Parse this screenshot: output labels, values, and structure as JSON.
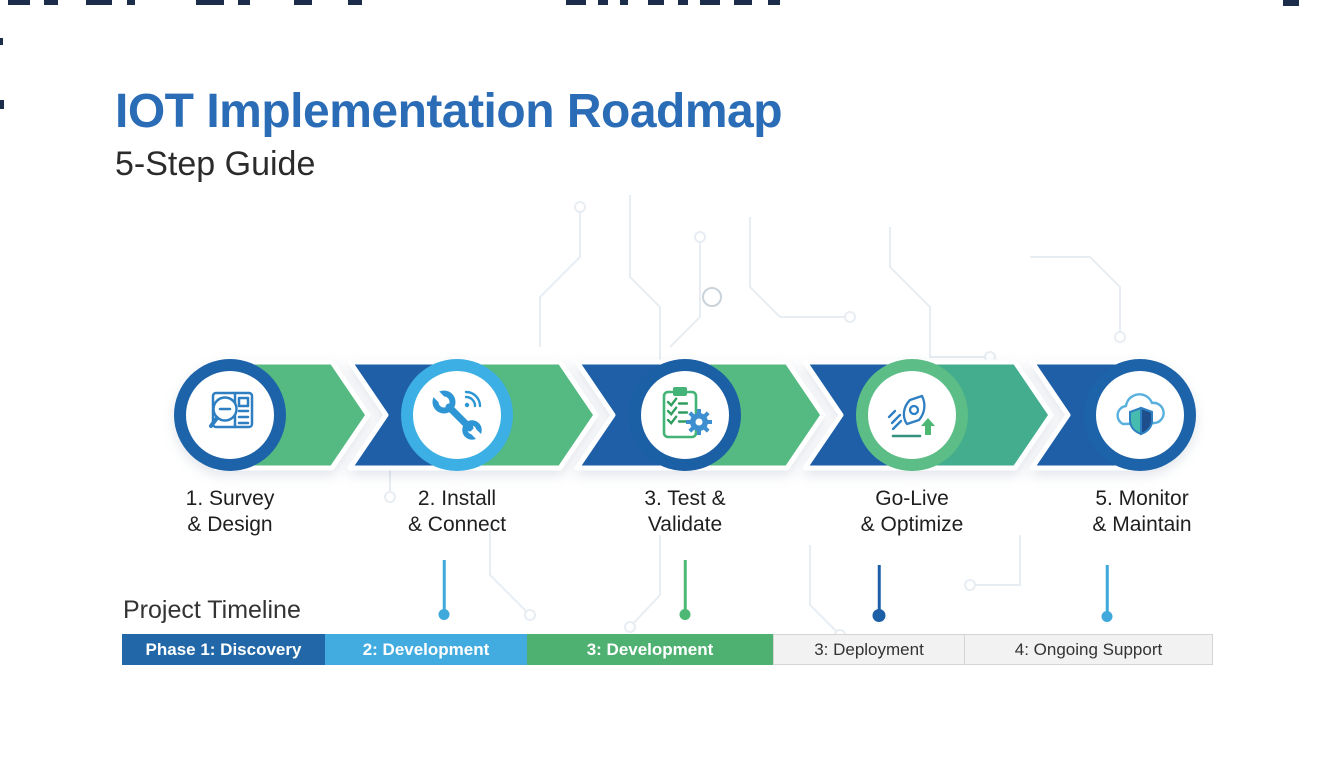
{
  "header": {
    "title": "IOT Implementation Roadmap",
    "subtitle": "5-Step Guide"
  },
  "steps": [
    {
      "line1": "1. Survey",
      "line2": "& Design",
      "icon": "magnifier-document-icon",
      "ring_color": "#1d63a9",
      "body_color": "#55b982"
    },
    {
      "line1": "2. Install",
      "line2": "& Connect",
      "icon": "wrench-wifi-icon",
      "ring_color": "#3cafe4",
      "body_color": "#1e5fa8"
    },
    {
      "line1": "3. Test &",
      "line2": "Validate",
      "icon": "clipboard-checklist-gear-icon",
      "ring_color": "#1b5fa5",
      "body_color": "#55b982"
    },
    {
      "line1": "Go-Live",
      "line2": "& Optimize",
      "icon": "rocket-launch-icon",
      "ring_color": "#5cbe86",
      "body_color": "#43ad8d"
    },
    {
      "line1": "5. Monitor",
      "line2": "& Maintain",
      "icon": "cloud-shield-icon",
      "ring_color": "#1d63a9",
      "body_color": "#1e5fa8"
    }
  ],
  "timeline": {
    "title": "Project Timeline",
    "phases": [
      {
        "label": "Phase 1: Discovery",
        "color": "#2268a8",
        "text_color": "#ffffff"
      },
      {
        "label": "2: Development",
        "color": "#42ace1",
        "text_color": "#ffffff"
      },
      {
        "label": "3: Development",
        "color": "#4fb171",
        "text_color": "#ffffff"
      },
      {
        "label": "3: Deployment",
        "color": "#f2f2f2",
        "text_color": "#333333"
      },
      {
        "label": "4: Ongoing Support",
        "color": "#f2f2f2",
        "text_color": "#333333"
      }
    ]
  },
  "colors": {
    "title_blue": "#2a6cb6",
    "chevron_blue": "#1e5fa8",
    "chevron_green": "#55b982",
    "chevron_teal": "#43ad8d",
    "connector_light_blue": "#3fa9dc",
    "connector_green": "#4cb874",
    "connector_dark_blue": "#1d5fa6",
    "circuit_line": "#e7edf2"
  }
}
